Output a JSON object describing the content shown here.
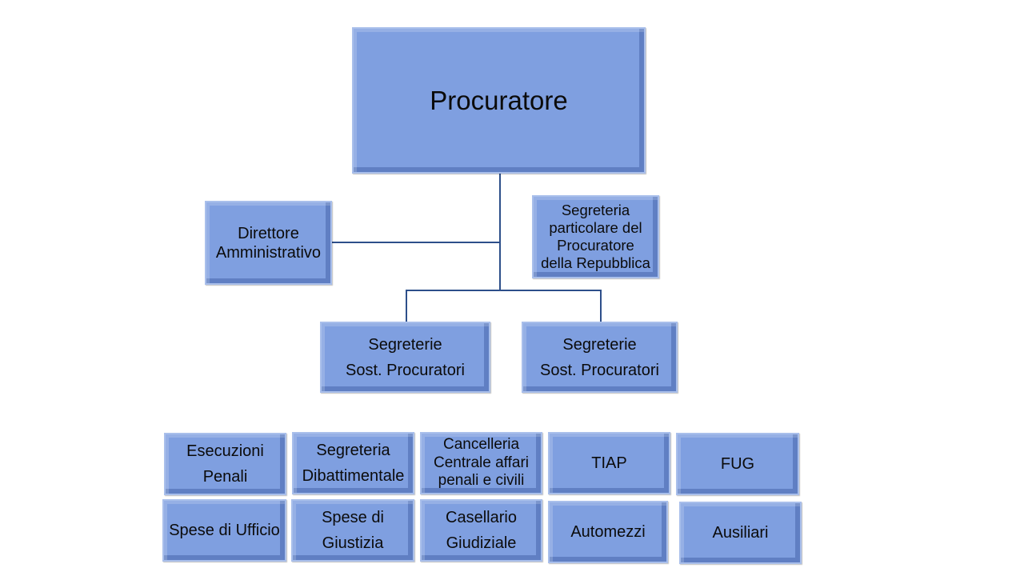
{
  "diagram": {
    "root": "Procuratore",
    "director": [
      "Direttore",
      "Amministrativo"
    ],
    "private_secretariat": [
      "Segreteria",
      "particolare del",
      "Procuratore",
      "della Repubblica"
    ],
    "secretariats": [
      [
        "Segreterie",
        "Sost. Procuratori"
      ],
      [
        "Segreterie",
        "Sost. Procuratori"
      ]
    ],
    "units_row1": [
      [
        "Esecuzioni",
        "Penali"
      ],
      [
        "Segreteria",
        "Dibattimentale"
      ],
      [
        "Cancelleria",
        "Centrale affari",
        "penali e civili"
      ],
      [
        "TIAP"
      ],
      [
        "FUG"
      ]
    ],
    "units_row2": [
      [
        "Spese di Ufficio"
      ],
      [
        "Spese di",
        "Giustizia"
      ],
      [
        "Casellario",
        "Giudiziale"
      ],
      [
        "Automezzi"
      ],
      [
        "Ausiliari"
      ]
    ]
  },
  "colors": {
    "box_fill": "#7f9fe0",
    "box_border": "#a9bfeb",
    "connector": "#2d4f8a"
  }
}
